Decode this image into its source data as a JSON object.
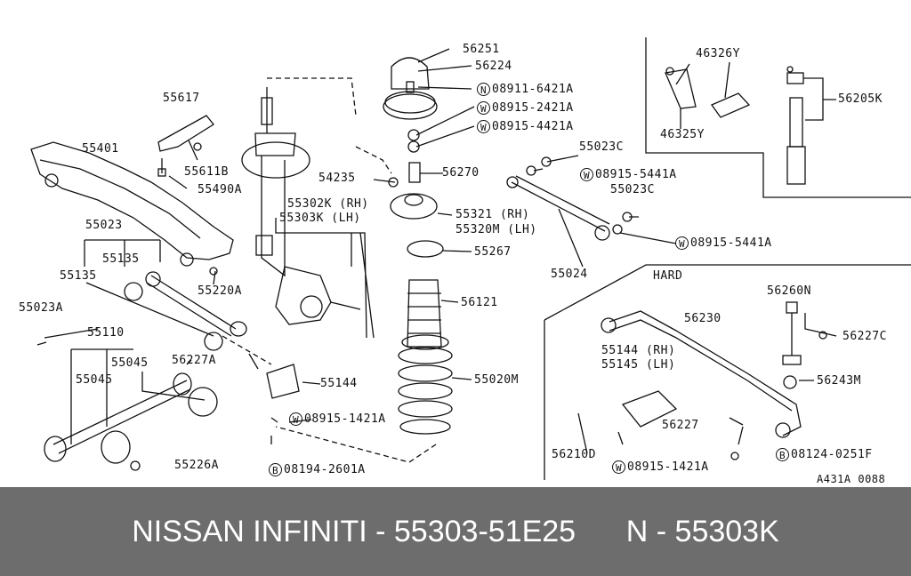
{
  "diagram": {
    "labels": {
      "p56251": "56251",
      "p56224": "56224",
      "p08911": "08911-6421A",
      "p08915a": "08915-2421A",
      "p08915b": "08915-4421A",
      "p55617": "55617",
      "p55401": "55401",
      "p55611B": "55611B",
      "p55490A": "55490A",
      "p54235": "54235",
      "p56270": "56270",
      "p55023C_1": "55023C",
      "p08915_5441A_1": "08915-5441A",
      "p55302K": "55302K (RH)",
      "p55303K": "55303K",
      "p55303K_lh": "(LH)",
      "p55321": "55321  (RH)",
      "p55320M": "55320M (LH)",
      "p55023C_2": "55023C",
      "p08915_5441A_2": "08915-5441A",
      "p55023": "55023",
      "p55135_a": "55135",
      "p55135_b": "55135",
      "p55267": "55267",
      "p55220A": "55220A",
      "p55024": "55024",
      "p55023A": "55023A",
      "p56121": "56121",
      "p55110": "55110",
      "p55045_a": "55045",
      "p56227A": "56227A",
      "p55045_b": "55045",
      "p55144_a": "55144",
      "p55020M": "55020M",
      "p08915_1421A_1": "08915-1421A",
      "p55226A": "55226A",
      "p08194": "08194-2601A",
      "p46326Y": "46326Y",
      "p46325Y": "46325Y",
      "p56205K": "56205K",
      "hard": "HARD",
      "p56260N": "56260N",
      "p56230": "56230",
      "p56227C": "56227C",
      "p55144_rh": "55144 (RH)",
      "p55145_lh": "55145 (LH)",
      "p56243M": "56243M",
      "p56227": "56227",
      "p56210D": "56210D",
      "p08124": "08124-0251F",
      "p08915_1421A_2": "08915-1421A",
      "ref": "A431A 0088"
    },
    "circle_marks": {
      "N": "N",
      "W": "W",
      "B": "B"
    }
  },
  "footer": {
    "left": "NISSAN INFINITI - 55303-51E25",
    "right": "N - 55303K"
  },
  "colors": {
    "highlight": "#ef7f86",
    "footer_bg": "#6d6d6d",
    "line": "#111111"
  }
}
